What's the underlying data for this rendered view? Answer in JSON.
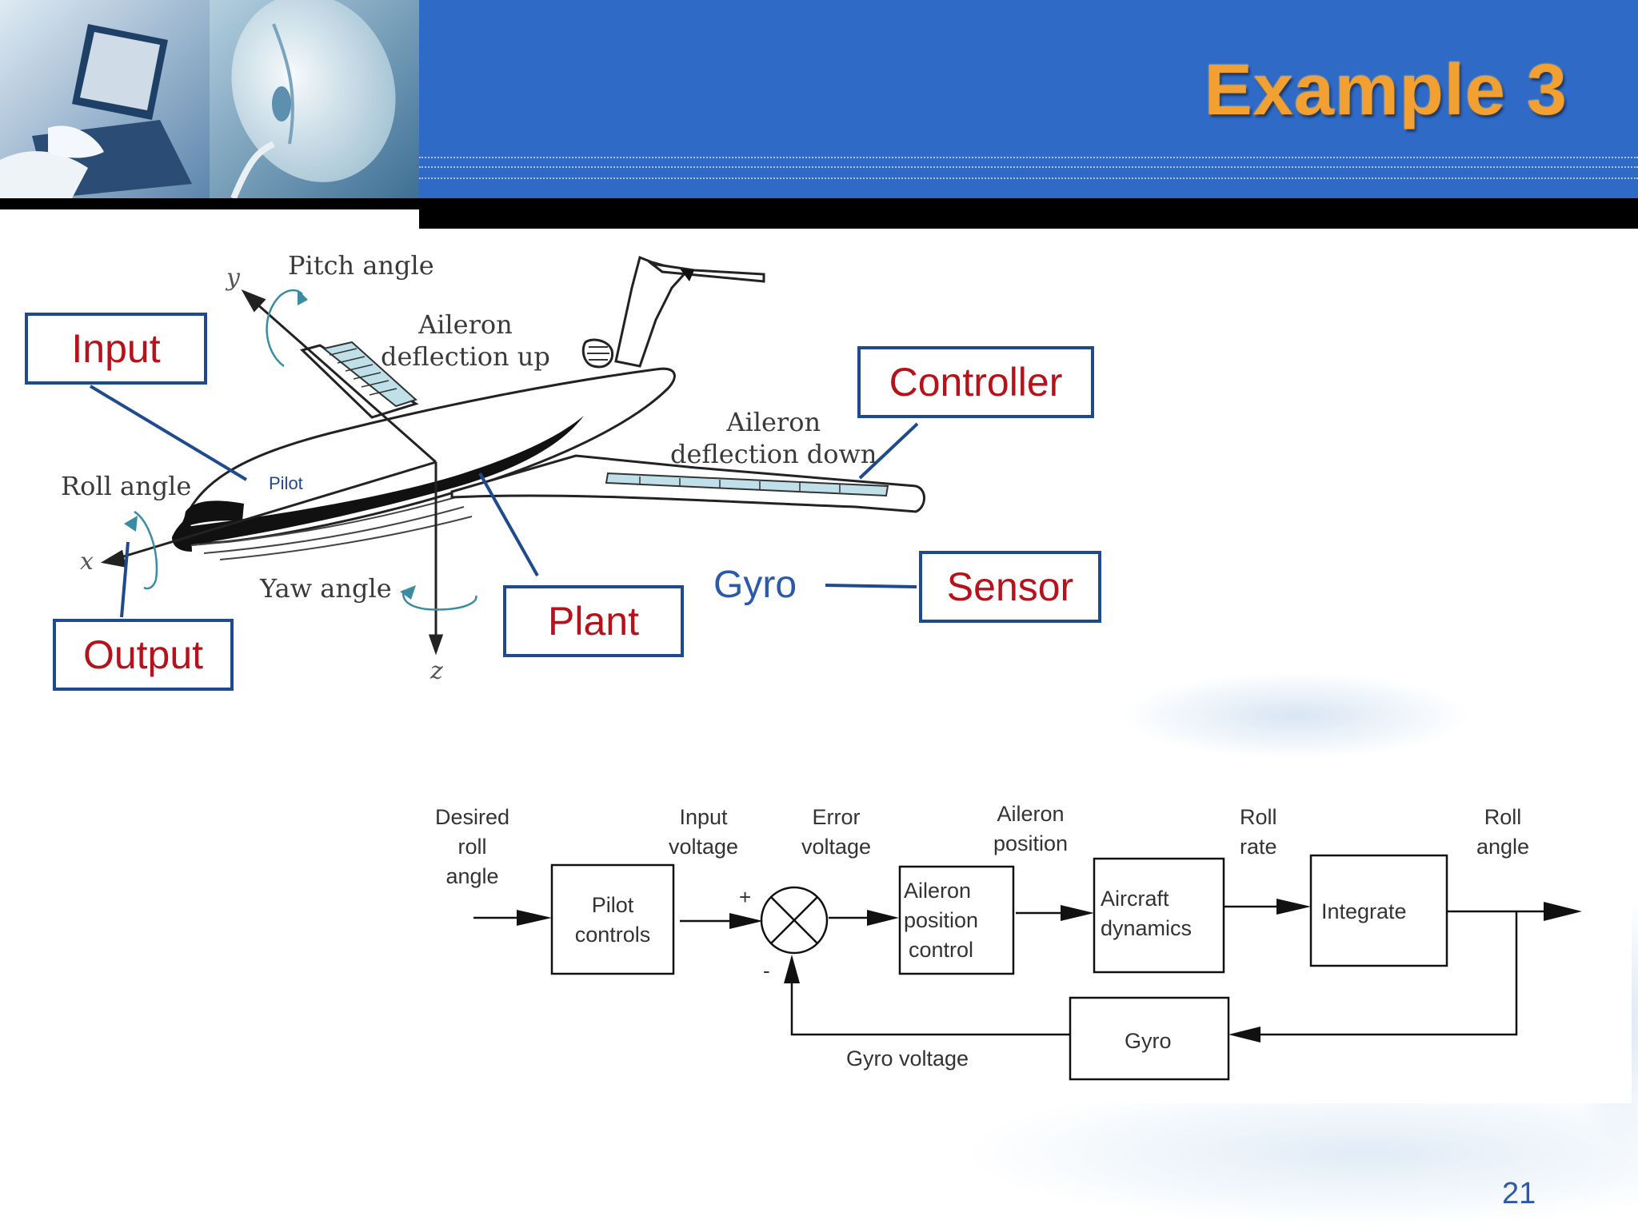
{
  "header": {
    "title": "Example 3",
    "colors": {
      "band": "#2f6ac6",
      "title": "#f3a032",
      "bar": "#000000"
    },
    "images": [
      "laptop-photo",
      "computer-mouse-photo"
    ]
  },
  "airplane_figure": {
    "labels": {
      "pitch_angle": "Pitch angle",
      "aileron_up_line1": "Aileron",
      "aileron_up_line2": "deflection up",
      "aileron_down_line1": "Aileron",
      "aileron_down_line2": "deflection down",
      "roll_angle": "Roll angle",
      "yaw_angle": "Yaw angle",
      "axis_x": "x",
      "axis_y": "y",
      "axis_z": "z",
      "pilot": "Pilot",
      "gyro": "Gyro"
    },
    "callouts": {
      "input": "Input",
      "output": "Output",
      "controller": "Controller",
      "plant": "Plant",
      "sensor": "Sensor"
    },
    "colors": {
      "callout_border": "#1f4a8e",
      "callout_text": "#b5121b",
      "gyro_text": "#2a5aa8"
    }
  },
  "block_diagram": {
    "signals": {
      "desired_roll_angle": [
        "Desired",
        "roll",
        "angle"
      ],
      "input_voltage": [
        "Input",
        "voltage"
      ],
      "error_voltage": [
        "Error",
        "voltage"
      ],
      "aileron_position": [
        "Aileron",
        "position"
      ],
      "roll_rate": [
        "Roll",
        "rate"
      ],
      "roll_angle": [
        "Roll",
        "angle"
      ],
      "gyro_voltage": "Gyro voltage"
    },
    "blocks": {
      "pilot_controls": [
        "Pilot",
        "controls"
      ],
      "aileron_position_control": [
        "Aileron",
        "position",
        "control"
      ],
      "aircraft_dynamics": [
        "Aircraft",
        "dynamics"
      ],
      "integrate": "Integrate",
      "gyro": "Gyro"
    },
    "summing_junction": {
      "plus": "+",
      "minus": "-"
    }
  },
  "page_number": "21"
}
